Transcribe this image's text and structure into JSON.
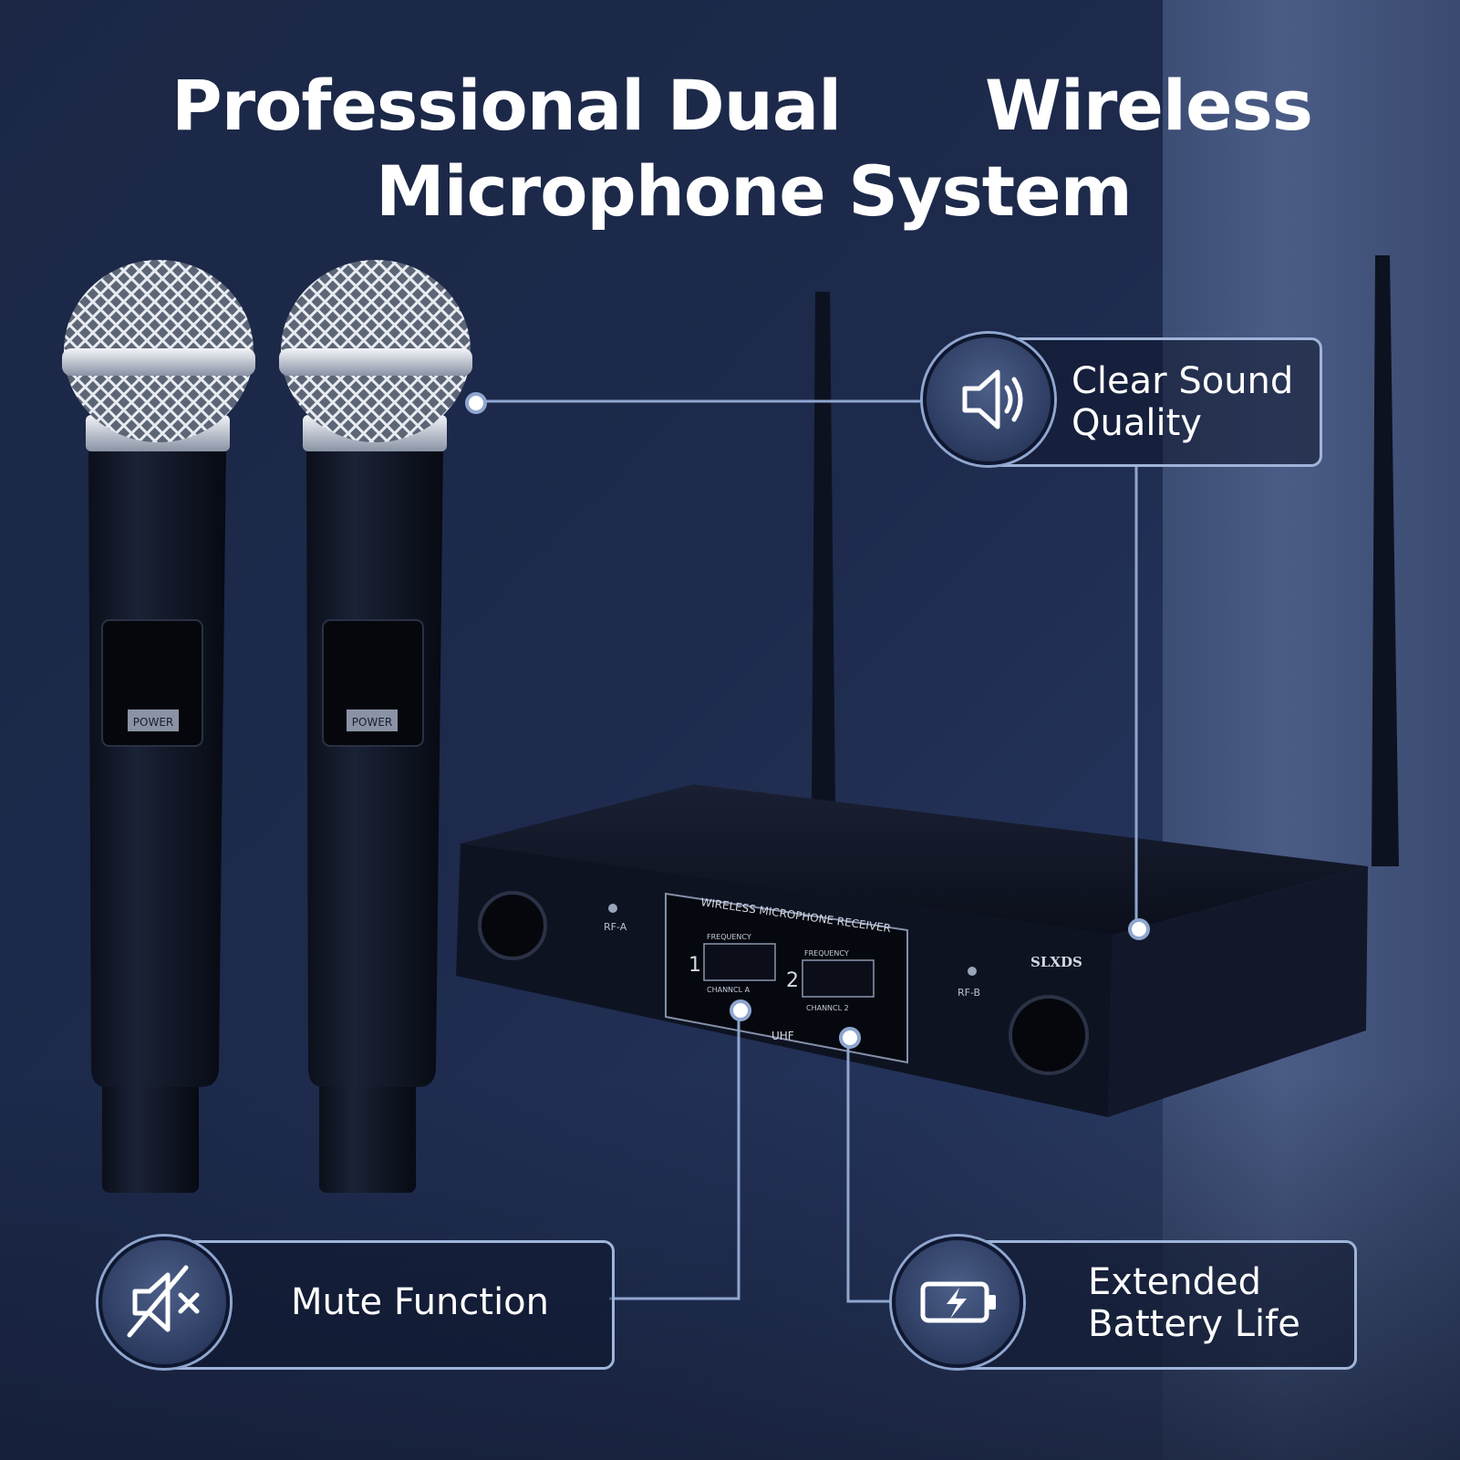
{
  "headline": {
    "line1_left": "Professional Dual",
    "line1_right": "Wireless",
    "line2": "Microphone System"
  },
  "callouts": {
    "clear_sound": {
      "line1": "Clear Sound",
      "line2": "Quality",
      "icon": "speaker-icon"
    },
    "mute": {
      "label": "Mute Function",
      "icon": "mute-icon"
    },
    "battery": {
      "line1": "Extended",
      "line2": "Battery Life",
      "icon": "battery-charging-icon"
    }
  },
  "microphones": {
    "power_label_1": "POWER",
    "power_label_2": "POWER"
  },
  "receiver": {
    "panel_title": "WIRELESS MICROPHONE RECEIVER",
    "brand": "SLXDS",
    "rf_a": "RF-A",
    "rf_b": "RF-B",
    "band": "UHF",
    "channel_1": {
      "number": "1",
      "freq_label": "FREQUENCY",
      "channel_label": "CHANNCL A"
    },
    "channel_2": {
      "number": "2",
      "freq_label": "FREQUENCY",
      "channel_label": "CHANNCL 2"
    }
  },
  "colors": {
    "background": "#1d2a4c",
    "accent_line": "#8fa6cf",
    "text": "#ffffff"
  }
}
